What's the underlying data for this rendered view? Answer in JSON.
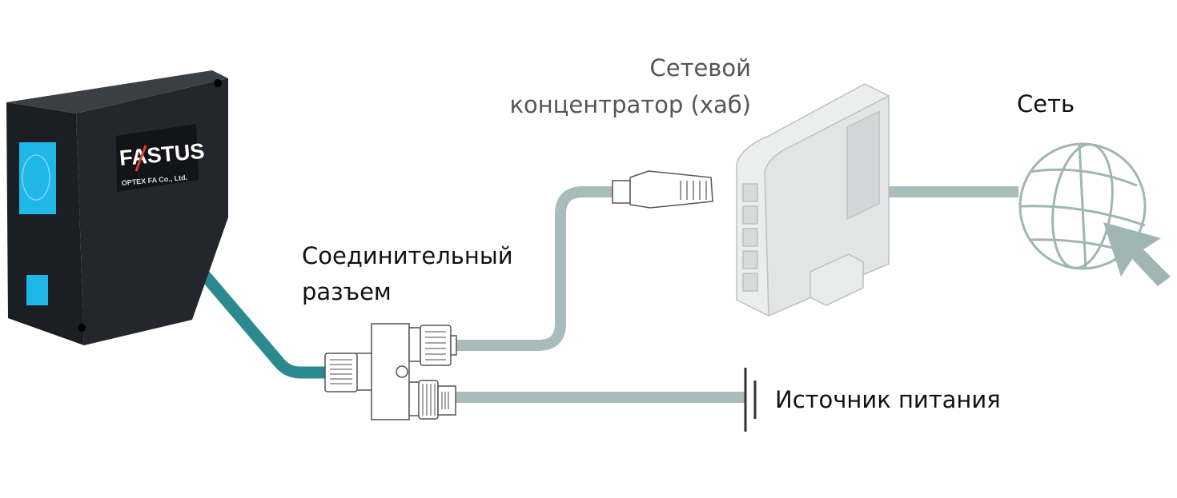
{
  "labels": {
    "hub_line1": "Сетевой",
    "hub_line2": "концентратор (хаб)",
    "network": "Сеть",
    "connector_line1": "Соединительный",
    "connector_line2": "разъем",
    "power": "Источник питания"
  },
  "sensor": {
    "brand": "FASTUS",
    "maker": "OPTEX FA Co., Ltd."
  },
  "colors": {
    "sensor_body": "#23272d",
    "sensor_window": "#1fb6e8",
    "sensor_cable": "#2b8a90",
    "gray_cable": "#a8bdbb",
    "device_fill": "#e4e6e5",
    "device_stroke": "#b9c3c2",
    "globe": "#9fb6b3"
  }
}
